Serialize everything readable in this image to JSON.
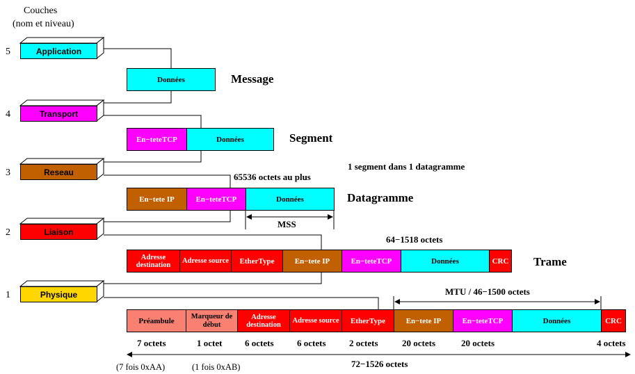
{
  "header": {
    "title_line1": "Couches",
    "title_line2": "(nom et niveau)"
  },
  "colors": {
    "cyan": "#00ffff",
    "magenta": "#ff00ff",
    "brown": "#c06000",
    "red": "#ff0000",
    "yellow": "#ffd700",
    "salmon": "#fa8072"
  },
  "layers": [
    {
      "num": "5",
      "name": "Application",
      "color": "#00ffff"
    },
    {
      "num": "4",
      "name": "Transport",
      "color": "#ff00ff"
    },
    {
      "num": "3",
      "name": "Reseau",
      "color": "#c06000"
    },
    {
      "num": "2",
      "name": "Liaison",
      "color": "#ff0000"
    },
    {
      "num": "1",
      "name": "Physique",
      "color": "#ffd700"
    }
  ],
  "message": {
    "data": "Données",
    "label": "Message"
  },
  "segment": {
    "tcp": "En−teteTCP",
    "data": "Données",
    "label": "Segment"
  },
  "datagram": {
    "ip": "En−tete IP",
    "tcp": "En−teteTCP",
    "data": "Données",
    "label": "Datagramme",
    "note": "1 segment dans 1 datagramme",
    "max": "65536 octets au plus",
    "mss": "MSS"
  },
  "trame": {
    "dst": "Adresse destination",
    "src": "Adresse source",
    "ethertype": "EtherType",
    "ip": "En−tete IP",
    "tcp": "En−teteTCP",
    "data": "Données",
    "crc": "CRC",
    "label": "Trame",
    "size": "64−1518 octets"
  },
  "physique": {
    "preamble": "Préambule",
    "marker": "Marqueur de début",
    "dst": "Adresse destination",
    "src": "Adresse source",
    "ethertype": "EtherType",
    "ip": "En−tete IP",
    "tcp": "En−teteTCP",
    "data": "Données",
    "crc": "CRC",
    "mtu": "MTU / 46−1500 octets"
  },
  "sizes": [
    "7 octets",
    "1 octet",
    "6 octets",
    "6 octets",
    "2 octets",
    "20 octets",
    "20 octets",
    "4 octets"
  ],
  "notes": {
    "preamble_val": "(7 fois 0xAA)",
    "marker_val": "(1 fois 0xAB)",
    "total": "72−1526 octets"
  }
}
